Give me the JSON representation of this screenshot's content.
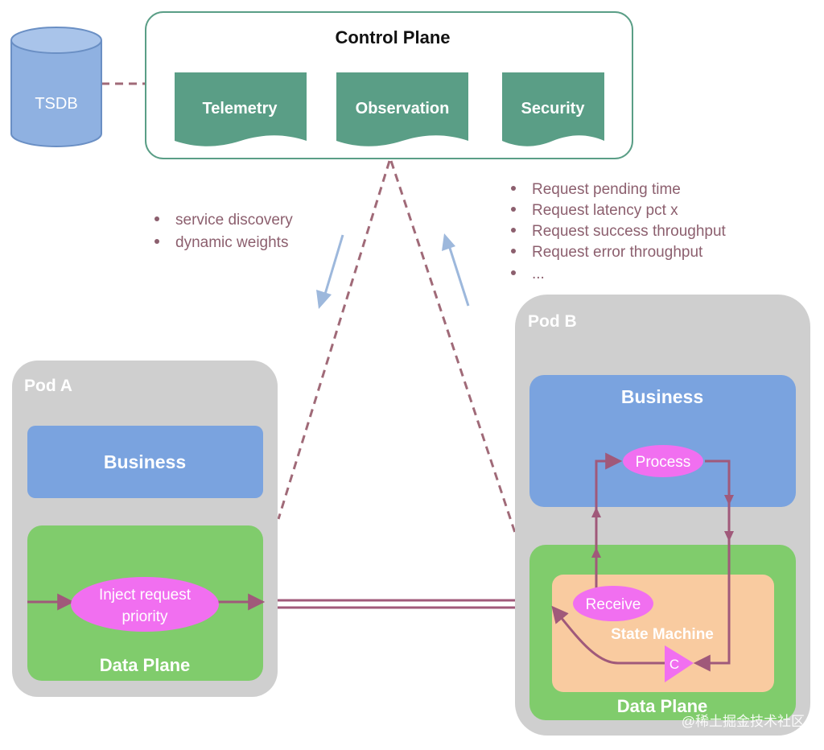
{
  "control_plane": {
    "title": "Control Plane",
    "modules": [
      "Telemetry",
      "Observation",
      "Security"
    ]
  },
  "tsdb": {
    "label": "TSDB"
  },
  "downlink_notes": [
    "service discovery",
    "dynamic weights"
  ],
  "uplink_metrics": [
    "Request pending time",
    "Request latency pct x",
    "Request success throughput",
    "Request error throughput",
    "..."
  ],
  "pod_a": {
    "title": "Pod A",
    "business": "Business",
    "data_plane": "Data Plane",
    "inject_line1": "Inject request",
    "inject_line2": "priority"
  },
  "pod_b": {
    "title": "Pod B",
    "business": "Business",
    "process": "Process",
    "receive": "Receive",
    "state_machine": "State Machine",
    "c_node": "C",
    "data_plane": "Data Plane"
  },
  "watermark": "@稀土掘金技术社区",
  "colors": {
    "teal": "#5a9e86",
    "blue": "#7aa3df",
    "green": "#80cc6c",
    "orange": "#f9cba0",
    "magenta": "#f16ff0",
    "arrow_purple": "#a0597a",
    "dash_brown": "#a06a78",
    "pod_gray": "#cfcfcf",
    "note_text": "#8c5f6e",
    "arrow_blue": "#9db8dc"
  }
}
